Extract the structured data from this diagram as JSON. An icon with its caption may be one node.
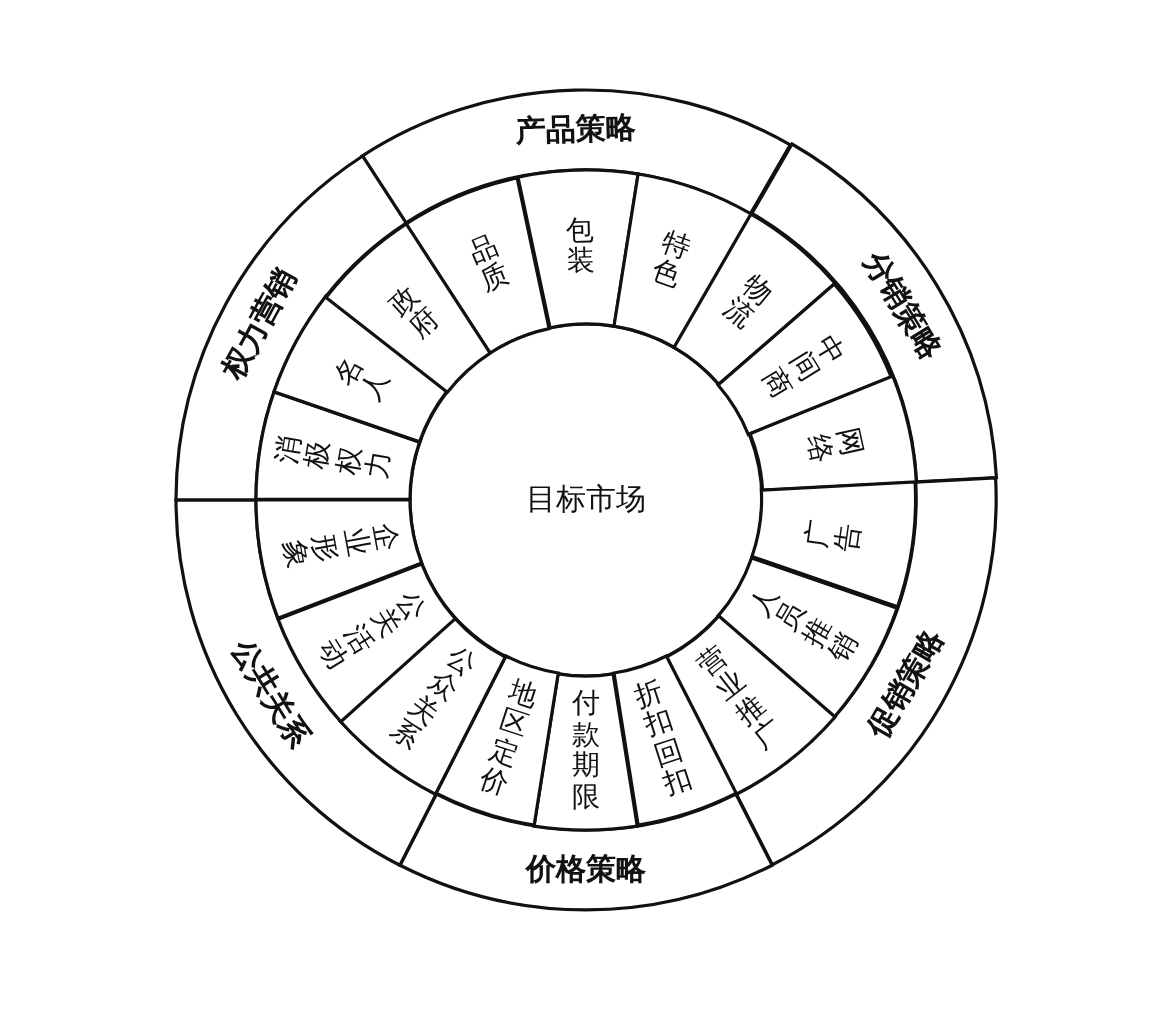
{
  "diagram": {
    "nodes": [
      {
        "text": [
          "目标市场"
        ]
      },
      {
        "text": [
          "产品策略"
        ]
      },
      {
        "text": [
          "分销策略"
        ]
      },
      {
        "text": [
          "促销策略"
        ]
      },
      {
        "text": [
          "价格策略"
        ]
      },
      {
        "text": [
          "公共关系"
        ]
      },
      {
        "text": [
          "权力营销"
        ]
      },
      {
        "text": [
          "品质"
        ]
      },
      {
        "text": [
          "包装"
        ]
      },
      {
        "text": [
          "特色"
        ]
      },
      {
        "text": [
          "物流"
        ]
      },
      {
        "text": [
          "中间商"
        ]
      },
      {
        "text": [
          "网络"
        ]
      },
      {
        "text": [
          "广告"
        ]
      },
      {
        "text": [
          "人员推销"
        ]
      },
      {
        "text": [
          "营业推广"
        ]
      },
      {
        "text": [
          "折扣回扣"
        ]
      },
      {
        "text": [
          "付款期限"
        ]
      },
      {
        "text": [
          "地区定价"
        ]
      },
      {
        "text": [
          "公众关系"
        ]
      },
      {
        "text": [
          "公关活动"
        ]
      },
      {
        "text": [
          "企业形象"
        ]
      },
      {
        "text": [
          "消极权力"
        ]
      },
      {
        "text": [
          "名人"
        ]
      },
      {
        "text": [
          "政府"
        ]
      }
    ]
  }
}
